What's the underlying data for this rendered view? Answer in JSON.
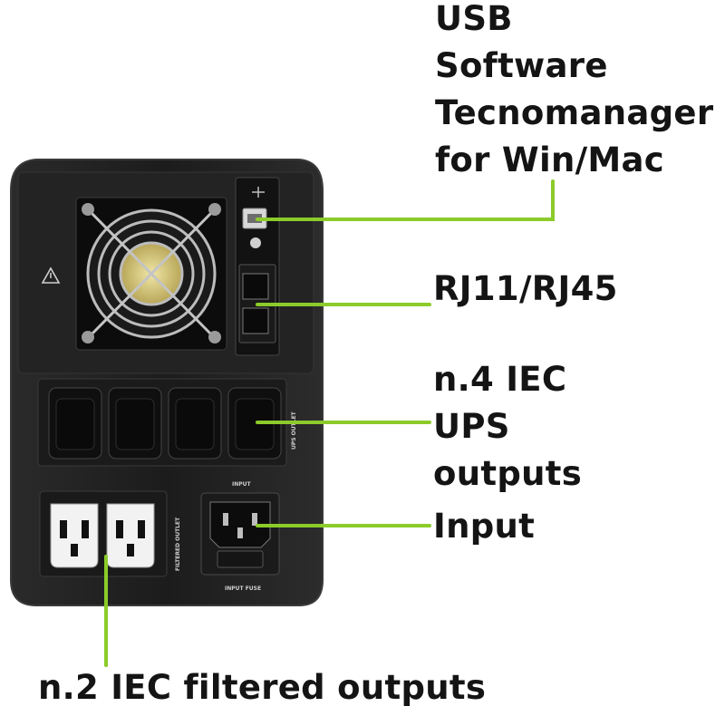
{
  "callouts": {
    "usb": [
      "USB",
      "Software",
      "Tecnomanager",
      "for Win/Mac"
    ],
    "rj": "RJ11/RJ45",
    "iec_ups": [
      "n.4 IEC",
      "UPS",
      "outputs"
    ],
    "input": "Input",
    "filtered": "n.2 IEC filtered outputs"
  },
  "panel_text": {
    "input_title": "INPUT",
    "input_fuse": "INPUT FUSE",
    "filtered_outlet": "FILTERED OUTLET",
    "ups_outlet": "UPS OUTLET"
  },
  "colors": {
    "accent": "#8ccb2a",
    "ink": "#141414",
    "chassis": "#1e1e1e"
  },
  "icons": [
    "warning-icon",
    "usb-icon",
    "fan-grill-icon"
  ]
}
